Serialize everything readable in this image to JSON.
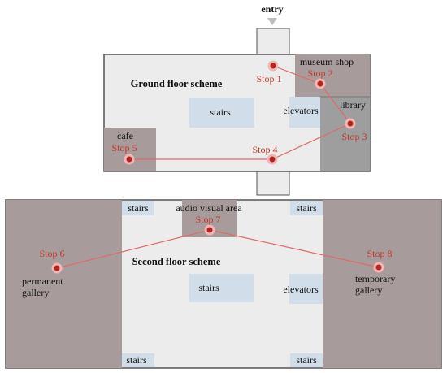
{
  "entry": {
    "label": "entry"
  },
  "ground_floor": {
    "title": "Ground floor scheme",
    "rooms": {
      "museum_shop": "museum shop",
      "library": "library",
      "cafe": "cafe",
      "stairs": "stairs",
      "elevators": "elevators"
    },
    "stops": [
      "Stop 1",
      "Stop 2",
      "Stop 3",
      "Stop 4",
      "Stop 5"
    ]
  },
  "second_floor": {
    "title": "Second floor scheme",
    "rooms": {
      "audio_visual_area": "audio visual area",
      "stairs": "stairs",
      "elevators": "elevators",
      "permanent_gallery_1": "permanent",
      "permanent_gallery_2": "gallery",
      "temporary_gallery_1": "temporary",
      "temporary_gallery_2": "gallery"
    },
    "stops": [
      "Stop 6",
      "Stop 7",
      "Stop 8"
    ]
  },
  "colors": {
    "floor": "#ececec",
    "room_dark": "#a89b9b",
    "room_gray": "#9e9e9e",
    "stairs_blue": "#d1dde9",
    "route": "#e06a6a",
    "stop_dot": "#b5251f",
    "stop_text": "#c0392b"
  }
}
